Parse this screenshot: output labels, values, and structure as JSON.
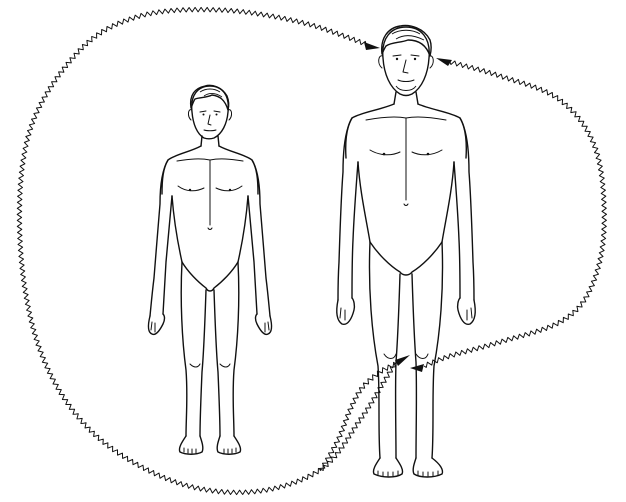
{
  "figure": {
    "ink_color": "#111111",
    "background_color": "#ffffff",
    "figures": [
      "smaller-standing-man",
      "larger-standing-man"
    ],
    "connectors": [
      "wavy-loop-large",
      "wavy-loop-small"
    ],
    "arrow_icons": [
      "arrowhead-icon",
      "arrowhead-icon",
      "arrowhead-icon",
      "arrowhead-icon"
    ]
  }
}
